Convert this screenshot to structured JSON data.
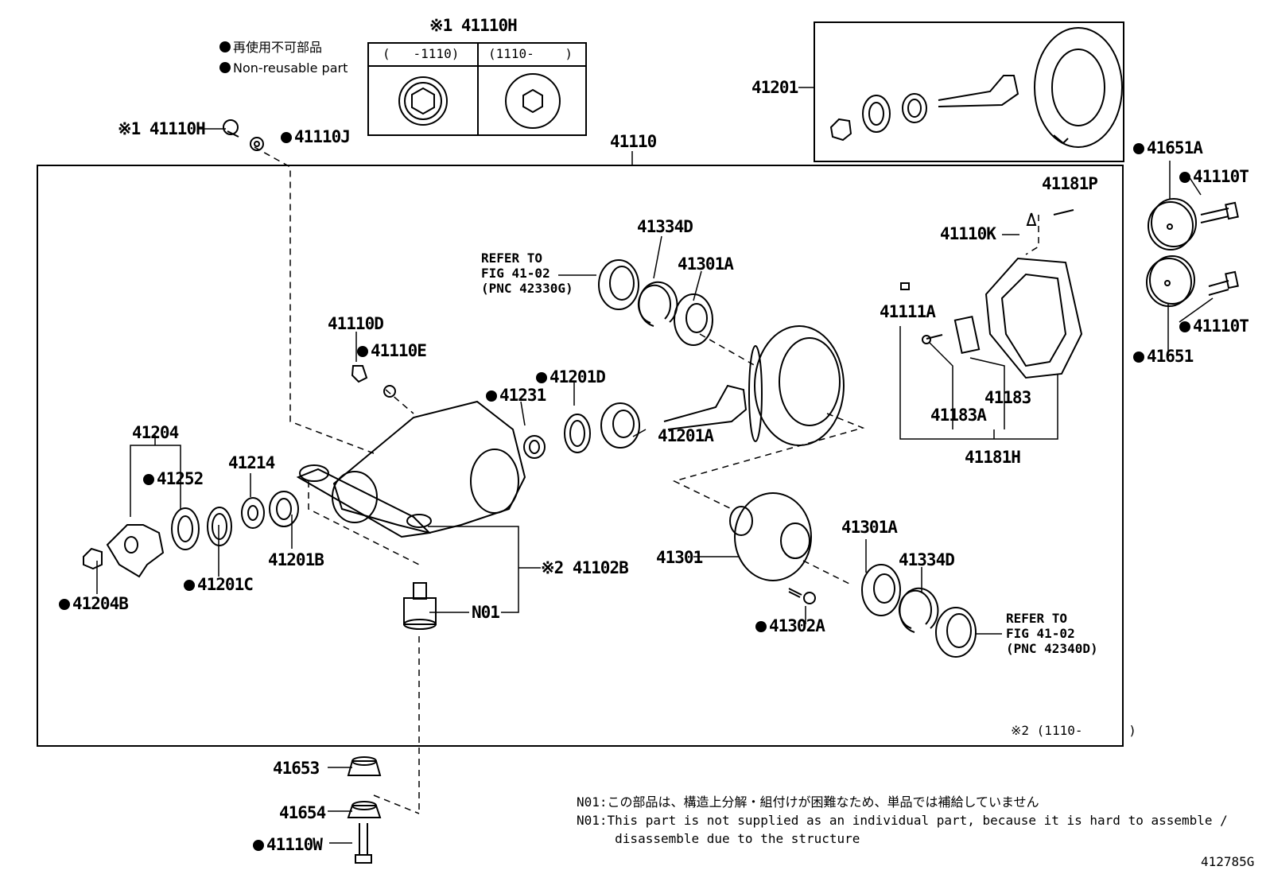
{
  "legend": {
    "non_reusable_ja": "再使用不可部品",
    "non_reusable_en": "Non-reusable part"
  },
  "inset": {
    "title": "※1 41110H",
    "col1": "(   -1110)",
    "col2": "(1110-    )"
  },
  "labels": {
    "p41201": "41201",
    "p41110": "41110",
    "p41110H": "※1 41110H",
    "p41110J": "41110J",
    "p41651A": "41651A",
    "p41110T_top": "41110T",
    "p41110T_bot": "41110T",
    "p41651": "41651",
    "p41181P": "41181P",
    "p41110K": "41110K",
    "p41334D_top": "41334D",
    "p41301A_top": "41301A",
    "p41110D": "41110D",
    "p41110E": "41110E",
    "p41201D": "41201D",
    "p41231": "41231",
    "p41201A": "41201A",
    "p41111A": "41111A",
    "p41183": "41183",
    "p41183A": "41183A",
    "p41181H": "41181H",
    "p41204": "41204",
    "p41252": "41252",
    "p41214": "41214",
    "p41201B": "41201B",
    "p41201C": "41201C",
    "p41204B": "41204B",
    "p41102B": "※2 41102B",
    "pN01": "N01",
    "p41301": "41301",
    "p41301A_bot": "41301A",
    "p41334D_bot": "41334D",
    "p41302A": "41302A",
    "p41653": "41653",
    "p41654": "41654",
    "p41110W": "41110W"
  },
  "refer_top": "REFER TO\nFIG 41-02\n(PNC 42330G)",
  "refer_bot": "REFER TO\nFIG 41-02\n(PNC 42340D)",
  "footnote_x2": "※2 (1110-      )",
  "note_ja": "N01:この部品は、構造上分解・組付けが困難なため、単品では補給していません",
  "note_en_1": "N01:This part is not supplied as an individual part, because it is hard to assemble /",
  "note_en_2": "     disassemble due to the structure",
  "figure_id": "412785G",
  "colors": {
    "line": "#000000",
    "background": "#ffffff"
  }
}
